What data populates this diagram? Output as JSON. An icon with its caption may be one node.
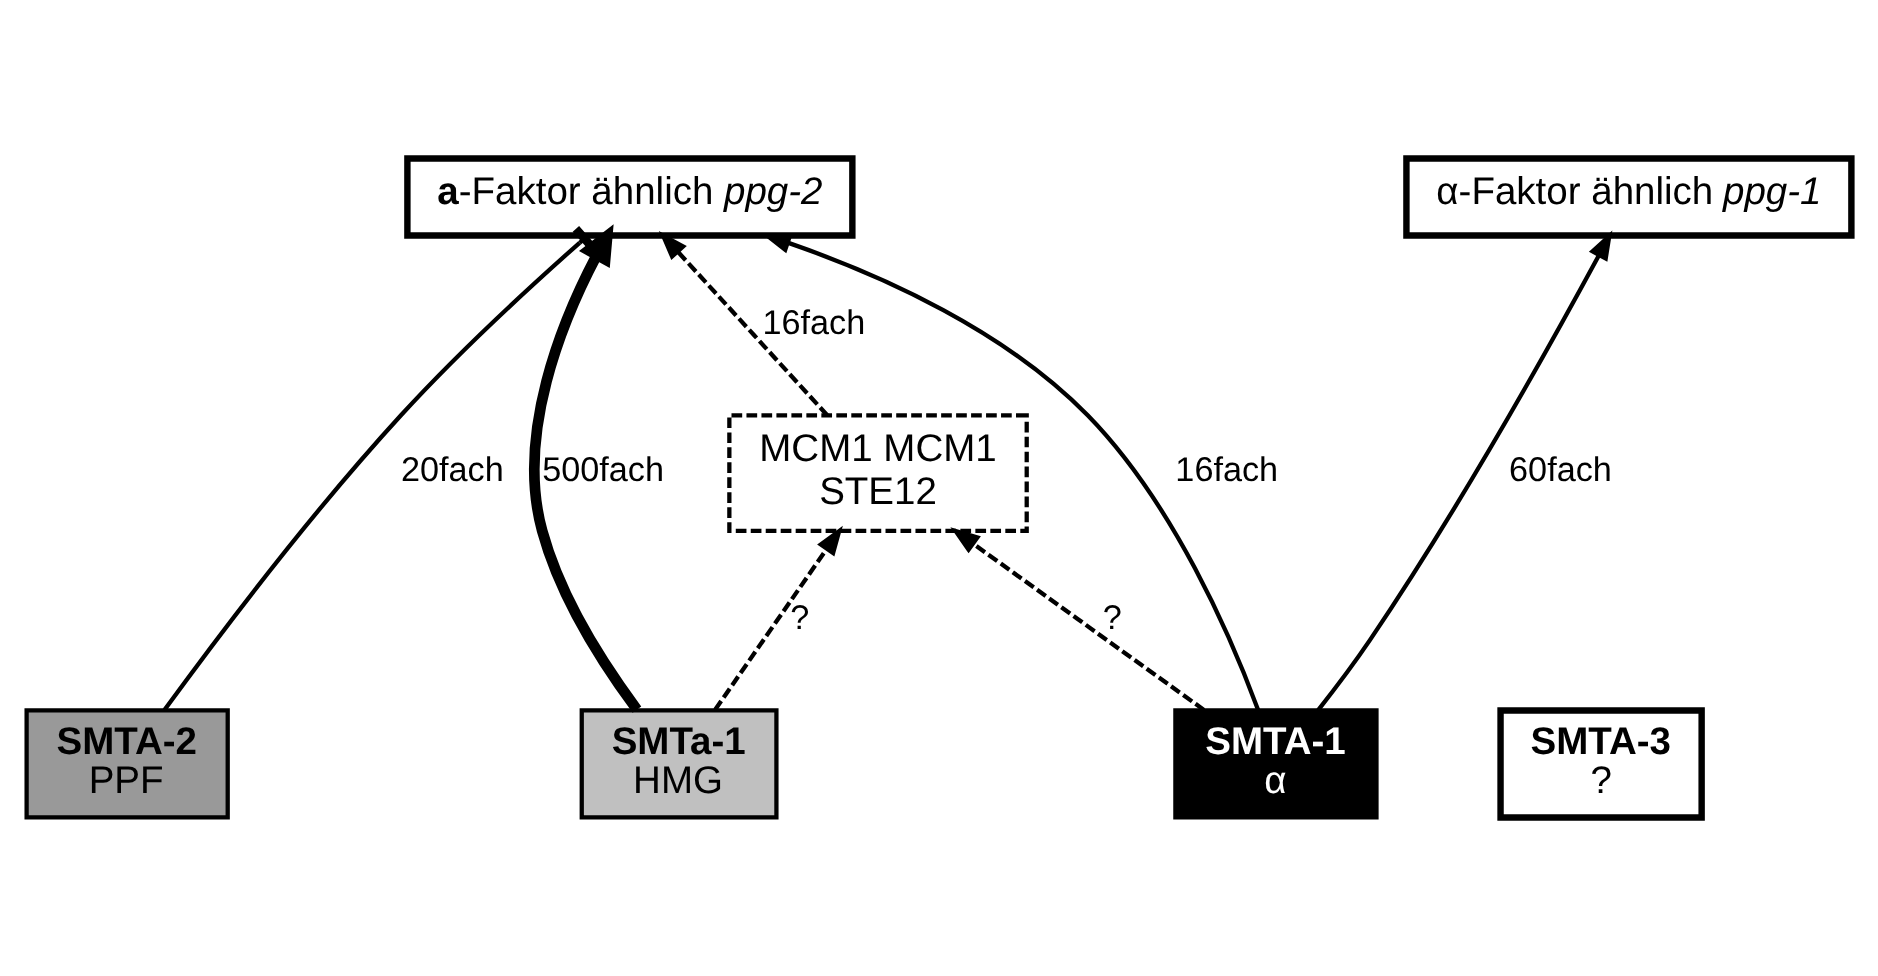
{
  "diagram": {
    "nodes": [
      {
        "text": [
          "MCM1 MCM1",
          "STE12"
        ]
      },
      {
        "text": [
          "**a**-Faktor ähnlich *ppg-2*"
        ]
      },
      {
        "text": [
          "α-Faktor ähnlich *ppg-1*"
        ]
      },
      {
        "text": [
          "SMTa-1",
          "HMG"
        ]
      },
      {
        "text": [
          "SMTA-3",
          "?"
        ]
      },
      {
        "text": [
          "SMTA-2",
          "PPF"
        ]
      },
      {
        "text": [
          "SMTA-1",
          "α"
        ]
      }
    ],
    "edges": [
      {
        "from": 0,
        "to": 1,
        "arrow": "to",
        "label": "16fach",
        "style": "dashed"
      },
      {
        "from": 3,
        "to": 0,
        "arrow": "to",
        "label": "?",
        "style": "dashed"
      },
      {
        "from": 3,
        "to": 1,
        "arrow": "to",
        "label": "500fach",
        "style": "thick"
      },
      {
        "from": 5,
        "to": 1,
        "arrow": "other",
        "label": "20fach"
      },
      {
        "from": 6,
        "to": 1,
        "arrow": "to",
        "label": "16fach"
      },
      {
        "from": 6,
        "to": 0,
        "arrow": "to",
        "label": "?",
        "style": "dashed"
      },
      {
        "from": 6,
        "to": 2,
        "arrow": "to",
        "label": "60fach"
      }
    ]
  }
}
